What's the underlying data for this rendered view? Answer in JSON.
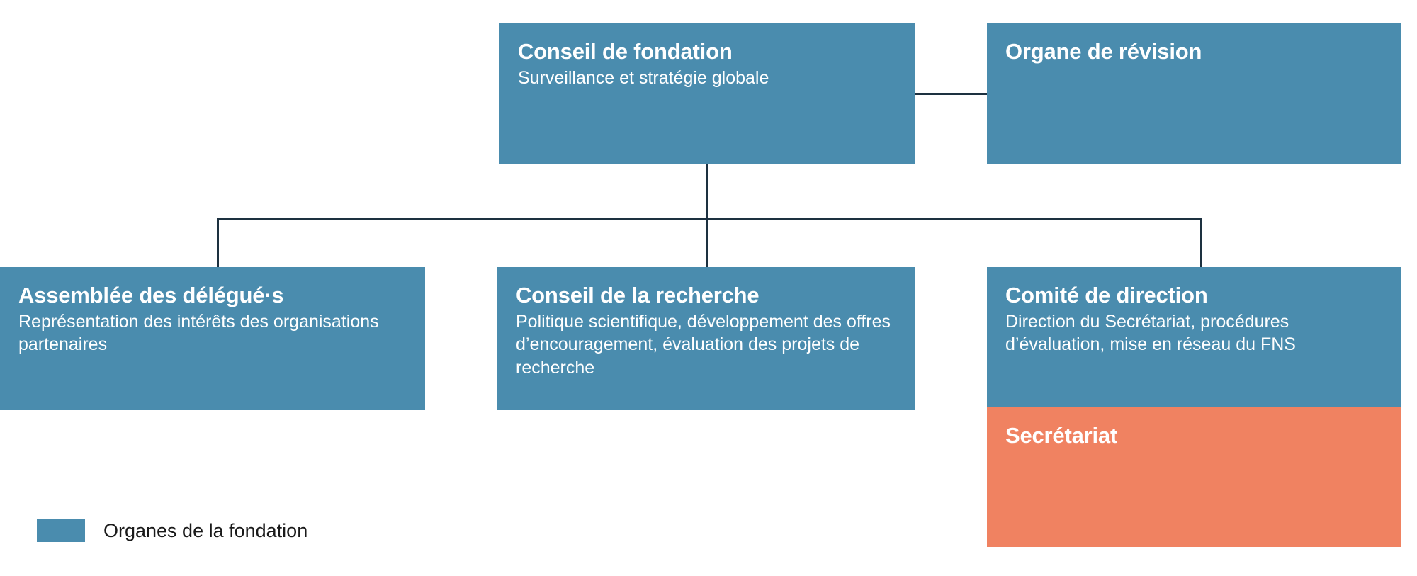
{
  "chart": {
    "type": "org-chart",
    "background": "#ffffff",
    "colors": {
      "foundation_body": "#4a8cae",
      "secretariat": "#f08261",
      "connector": "#1d3140",
      "node_text": "#ffffff",
      "legend_text": "#1a1a1a"
    }
  },
  "nodes": {
    "conseil_fondation": {
      "title": "Conseil de fondation",
      "description": "Surveillance et stratégie globale",
      "color": "#4a8cae"
    },
    "organe_revision": {
      "title": "Organe de révision",
      "description": "",
      "color": "#4a8cae"
    },
    "assemblee_delegues": {
      "title": "Assemblée des délégué·s",
      "description": "Représentation des intérêts des organisations partenaires",
      "color": "#4a8cae"
    },
    "conseil_recherche": {
      "title": "Conseil de la recherche",
      "description": "Politique scientifique, développement des offres d’encouragement, évaluation des projets de recherche",
      "color": "#4a8cae"
    },
    "comite_direction": {
      "title": "Comité de direction",
      "description": "Direction du Secrétariat, procédures d’évaluation, mise en réseau du FNS",
      "color": "#4a8cae"
    },
    "secretariat": {
      "title": "Secrétariat",
      "description": "",
      "color": "#f08261"
    }
  },
  "legend": {
    "items": [
      {
        "label": "Organes de la fondation",
        "color": "#4a8cae"
      }
    ]
  }
}
